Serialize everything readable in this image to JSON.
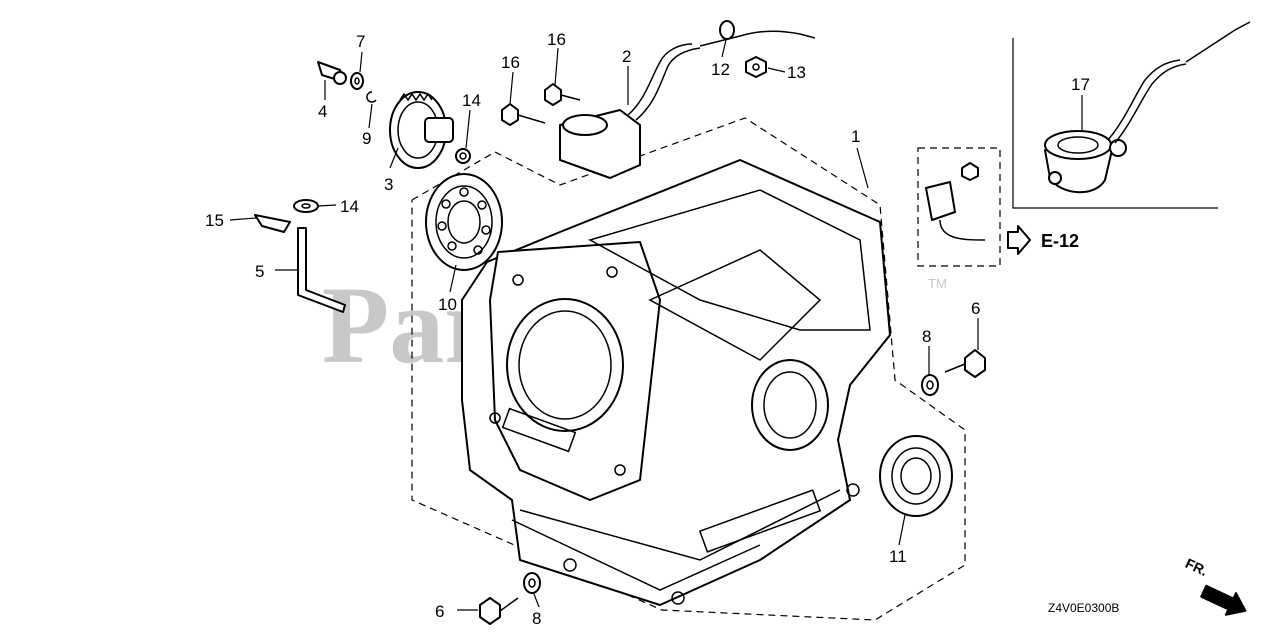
{
  "watermark": {
    "text": "PartsTree",
    "trademark": "TM"
  },
  "diagram_code": "Z4V0E0300B",
  "reference": {
    "label": "E-12"
  },
  "direction_marker": {
    "label": "FR."
  },
  "callouts": {
    "c1": "1",
    "c2": "2",
    "c3": "3",
    "c4": "4",
    "c5": "5",
    "c6a": "6",
    "c6b": "6",
    "c7": "7",
    "c8a": "8",
    "c8b": "8",
    "c9": "9",
    "c10": "10",
    "c11": "11",
    "c12": "12",
    "c13": "13",
    "c14a": "14",
    "c14b": "14",
    "c15": "15",
    "c16a": "16",
    "c16b": "16",
    "c17": "17"
  }
}
